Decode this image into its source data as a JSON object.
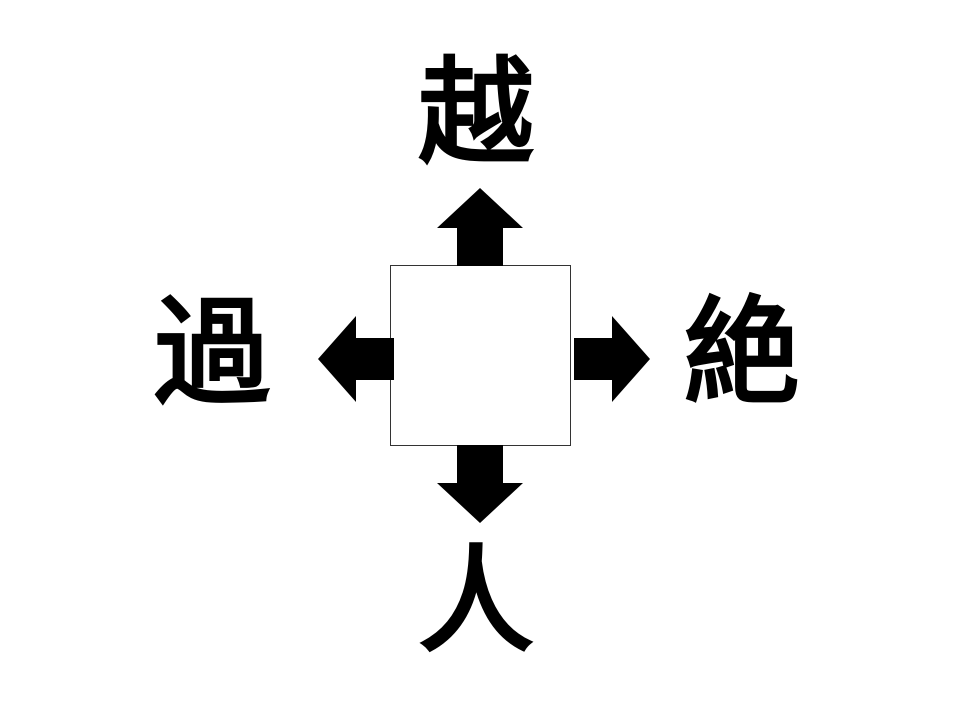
{
  "puzzle": {
    "center_answer": "",
    "top_char": "越",
    "left_char": "過",
    "right_char": "絶",
    "bottom_char": "人"
  },
  "icons": {
    "up": "arrow-up-icon",
    "left": "arrow-left-icon",
    "right": "arrow-right-icon",
    "down": "arrow-down-icon"
  },
  "colors": {
    "ink": "#000000",
    "background": "#ffffff",
    "box_border": "#333333"
  }
}
